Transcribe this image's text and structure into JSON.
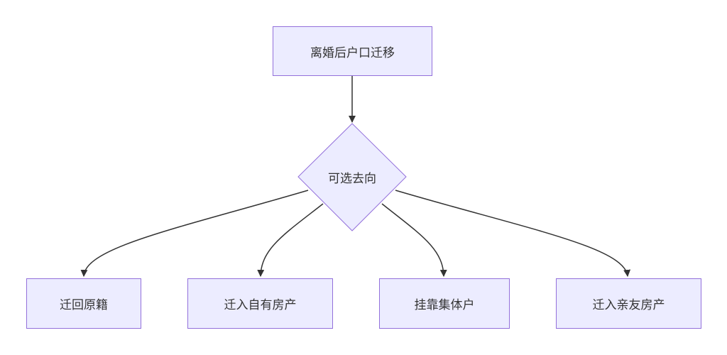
{
  "colors": {
    "node_fill": "#ECECFF",
    "node_stroke": "#9370DB",
    "edge": "#333333",
    "text": "#333333"
  },
  "nodes": {
    "root": "离婚后户口迁移",
    "decision": "可选去向",
    "option1": "迁回原籍",
    "option2": "迁入自有房产",
    "option3": "挂靠集体户",
    "option4": "迁入亲友房产"
  }
}
